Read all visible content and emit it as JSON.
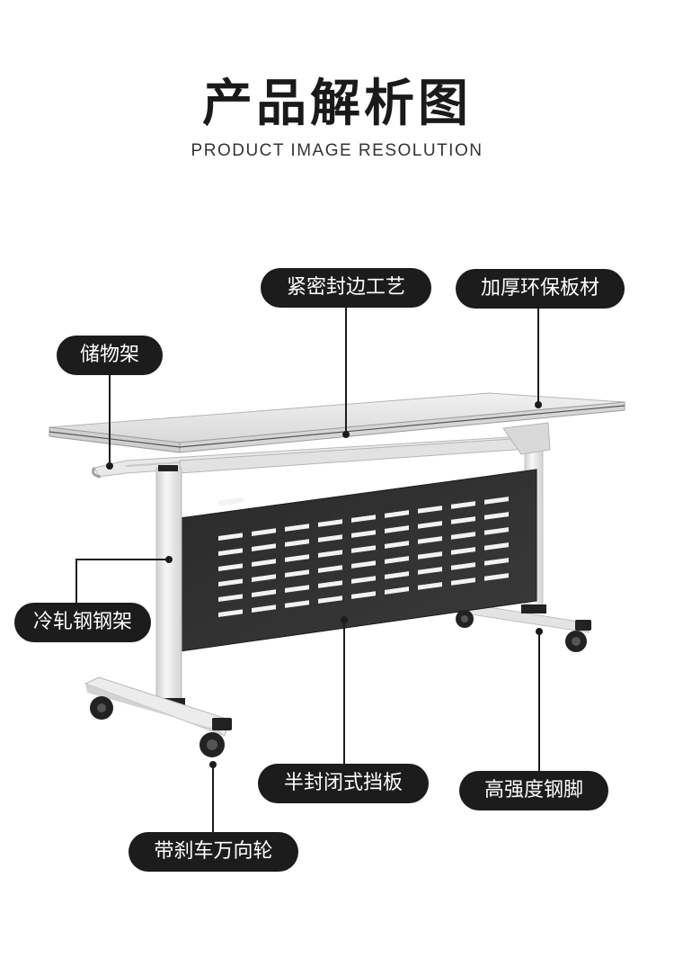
{
  "header": {
    "title": "产品解析图",
    "subtitle": "PRODUCT IMAGE RESOLUTION"
  },
  "callouts": {
    "edge_sealing": "紧密封边工艺",
    "eco_board": "加厚环保板材",
    "storage_rack": "储物架",
    "cold_rolled_frame": "冷轧钢钢架",
    "semi_closed_panel": "半封闭式挡板",
    "steel_feet": "高强度钢脚",
    "brake_casters": "带刹车万向轮"
  },
  "colors": {
    "pill_bg": "#1c1c1c",
    "pill_text": "#ffffff",
    "panel": "#2f2f2f",
    "frame": "#e9e9e9",
    "desktop": "#e6e6e6"
  }
}
